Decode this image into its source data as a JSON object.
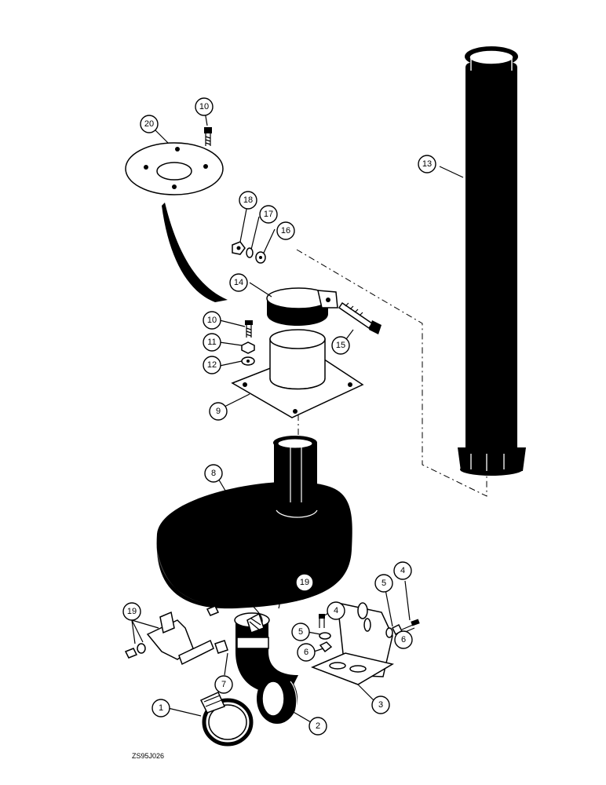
{
  "drawing_code": "ZS95J026",
  "callouts": [
    {
      "num": "1"
    },
    {
      "num": "2"
    },
    {
      "num": "3"
    },
    {
      "num": "4"
    },
    {
      "num": "4"
    },
    {
      "num": "5"
    },
    {
      "num": "5"
    },
    {
      "num": "6"
    },
    {
      "num": "6"
    },
    {
      "num": "7"
    },
    {
      "num": "8"
    },
    {
      "num": "9"
    },
    {
      "num": "10"
    },
    {
      "num": "10"
    },
    {
      "num": "11"
    },
    {
      "num": "12"
    },
    {
      "num": "13"
    },
    {
      "num": "14"
    },
    {
      "num": "15"
    },
    {
      "num": "16"
    },
    {
      "num": "17"
    },
    {
      "num": "18"
    },
    {
      "num": "19"
    },
    {
      "num": "19"
    },
    {
      "num": "20"
    }
  ]
}
